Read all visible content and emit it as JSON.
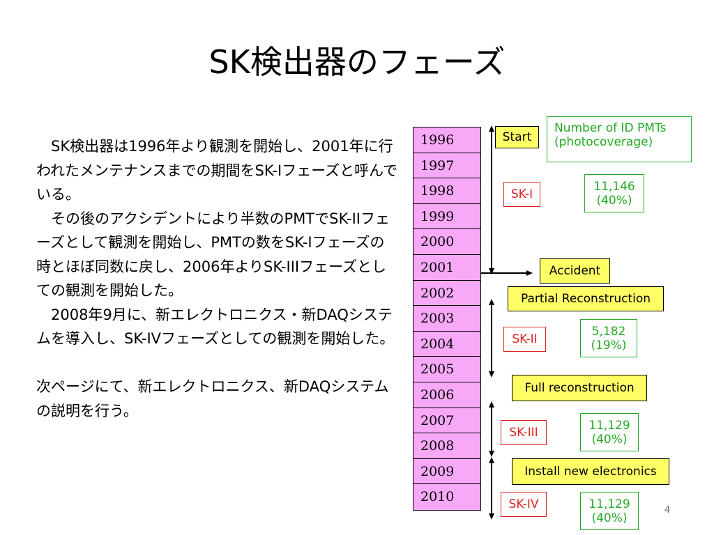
{
  "title": "SK検出器のフェーズ",
  "body": {
    "paragraphs": [
      "　SK検出器は1996年より観測を開始し、2001年に行われたメンテナンスまでの期間をSK-Iフェーズと呼んでいる。",
      "　その後のアクシデントにより半数のPMTでSK-IIフェーズとして観測を開始し、PMTの数をSK-Iフェーズの時とほぼ同数に戻し、2006年よりSK-IIIフェーズとしての観測を開始した。",
      "　2008年9月に、新エレクトロニクス・新DAQシステムを導入し、SK-IVフェーズとしての観測を開始した。",
      " ",
      "次ページにて、新エレクトロニクス、新DAQシステムの説明を行う。"
    ]
  },
  "years": [
    "1996",
    "1997",
    "1998",
    "1999",
    "2000",
    "2001",
    "2002",
    "2003",
    "2004",
    "2005",
    "2006",
    "2007",
    "2008",
    "2009",
    "2010"
  ],
  "events": {
    "start": "Start",
    "accident": "Accident",
    "partial": "Partial Reconstruction",
    "full": "Full reconstruction",
    "install": "Install new electronics"
  },
  "phases": {
    "sk1": "SK-I",
    "sk2": "SK-II",
    "sk3": "SK-III",
    "sk4": "SK-IV"
  },
  "pmts": {
    "legend_line1": "Number of ID PMTs",
    "legend_line2": "(photocoverage)",
    "sk1_count": "11,146",
    "sk1_cov": "(40%)",
    "sk2_count": "5,182",
    "sk2_cov": "(19%)",
    "sk3_count": "11,129",
    "sk3_cov": "(40%)",
    "sk4_count": "11,129",
    "sk4_cov": "(40%)"
  },
  "page_number": "4",
  "colors": {
    "year_fill": "#f7a8f7",
    "event_fill": "#ffff66",
    "phase_red": "#e02020",
    "pmt_green": "#22aa22"
  }
}
